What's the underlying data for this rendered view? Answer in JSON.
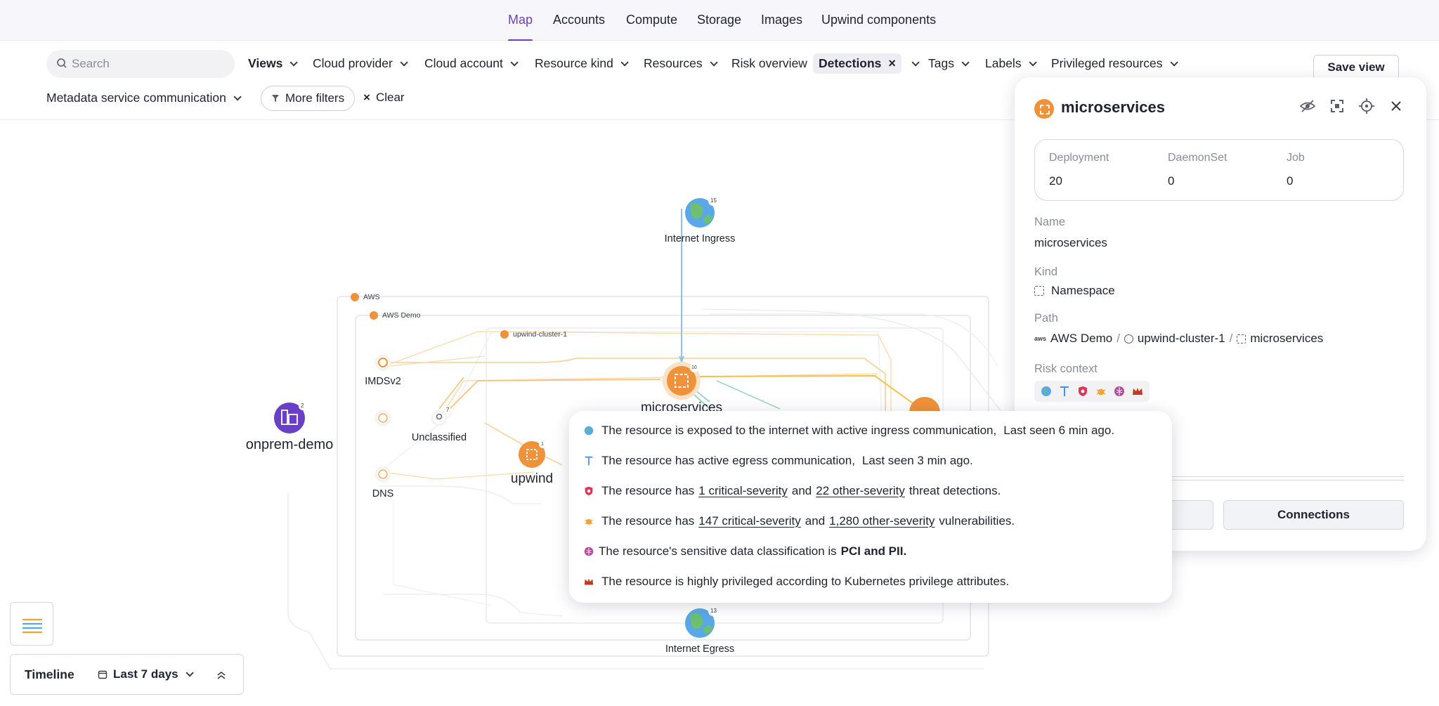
{
  "nav": {
    "tabs": [
      {
        "label": "Map",
        "active": true
      },
      {
        "label": "Accounts"
      },
      {
        "label": "Compute"
      },
      {
        "label": "Storage"
      },
      {
        "label": "Images"
      },
      {
        "label": "Upwind components"
      }
    ]
  },
  "filters": {
    "search_placeholder": "Search",
    "views": "Views",
    "cloud_provider": "Cloud provider",
    "cloud_account": "Cloud account",
    "resource_kind": "Resource kind",
    "resources": "Resources",
    "risk_overview": "Risk overview",
    "detections_chip": "Detections",
    "tags": "Tags",
    "labels": "Labels",
    "privileged_resources": "Privileged resources",
    "metadata_service": "Metadata service communication",
    "more_filters": "More filters",
    "clear": "Clear",
    "save_view": "Save view"
  },
  "graph": {
    "groups": {
      "aws": "AWS",
      "aws_demo": "AWS Demo",
      "cluster": "upwind-cluster-1"
    },
    "nodes": {
      "internet_ingress": {
        "label": "Internet Ingress",
        "badge": "15"
      },
      "internet_egress": {
        "label": "Internet Egress",
        "badge": "13"
      },
      "onprem": {
        "label": "onprem-demo",
        "badge": "2"
      },
      "imdsv2": {
        "label": "IMDSv2"
      },
      "unclassified": {
        "label": "Unclassified",
        "badge": "7"
      },
      "dns": {
        "label": "DNS"
      },
      "upwind": {
        "label": "upwind",
        "badge": "1"
      },
      "microservices": {
        "label": "microservices",
        "badge": "10"
      }
    }
  },
  "panel": {
    "title": "microservices",
    "counts": [
      {
        "label": "Deployment",
        "value": "20"
      },
      {
        "label": "DaemonSet",
        "value": "0"
      },
      {
        "label": "Job",
        "value": "0"
      }
    ],
    "name_label": "Name",
    "name_value": "microservices",
    "kind_label": "Kind",
    "kind_value": "Namespace",
    "path_label": "Path",
    "path": {
      "account": "AWS Demo",
      "cluster": "upwind-cluster-1",
      "namespace": "microservices",
      "sep": "/"
    },
    "risk_label": "Risk context",
    "connections_button": "Connections"
  },
  "tooltip": {
    "ingress": {
      "text": "The resource is exposed to the internet with active ingress communication,",
      "seen": "Last seen 6 min ago."
    },
    "egress": {
      "text": "The resource has active egress communication,",
      "seen": "Last seen 3 min ago."
    },
    "threats": {
      "pre": "The resource has",
      "critical": "1 critical-severity",
      "mid": "and",
      "other": "22 other-severity",
      "post": "threat detections."
    },
    "vulns": {
      "pre": "The resource has",
      "critical": "147 critical-severity",
      "mid": "and",
      "other": "1,280 other-severity",
      "post": "vulnerabilities."
    },
    "data": {
      "pre": "The resource's sensitive data classification is",
      "value": "PCI and PII."
    },
    "privilege": {
      "text": "The resource is highly privileged according to Kubernetes privilege attributes."
    }
  },
  "timeline": {
    "title": "Timeline",
    "range": "Last 7 days"
  },
  "colors": {
    "accent": "#6a3fc7",
    "node_orange": "#f0923a",
    "onprem_purple": "#6a3fc7",
    "edge_orange": "#f5b14a",
    "edge_blue": "#7cb8ea"
  }
}
